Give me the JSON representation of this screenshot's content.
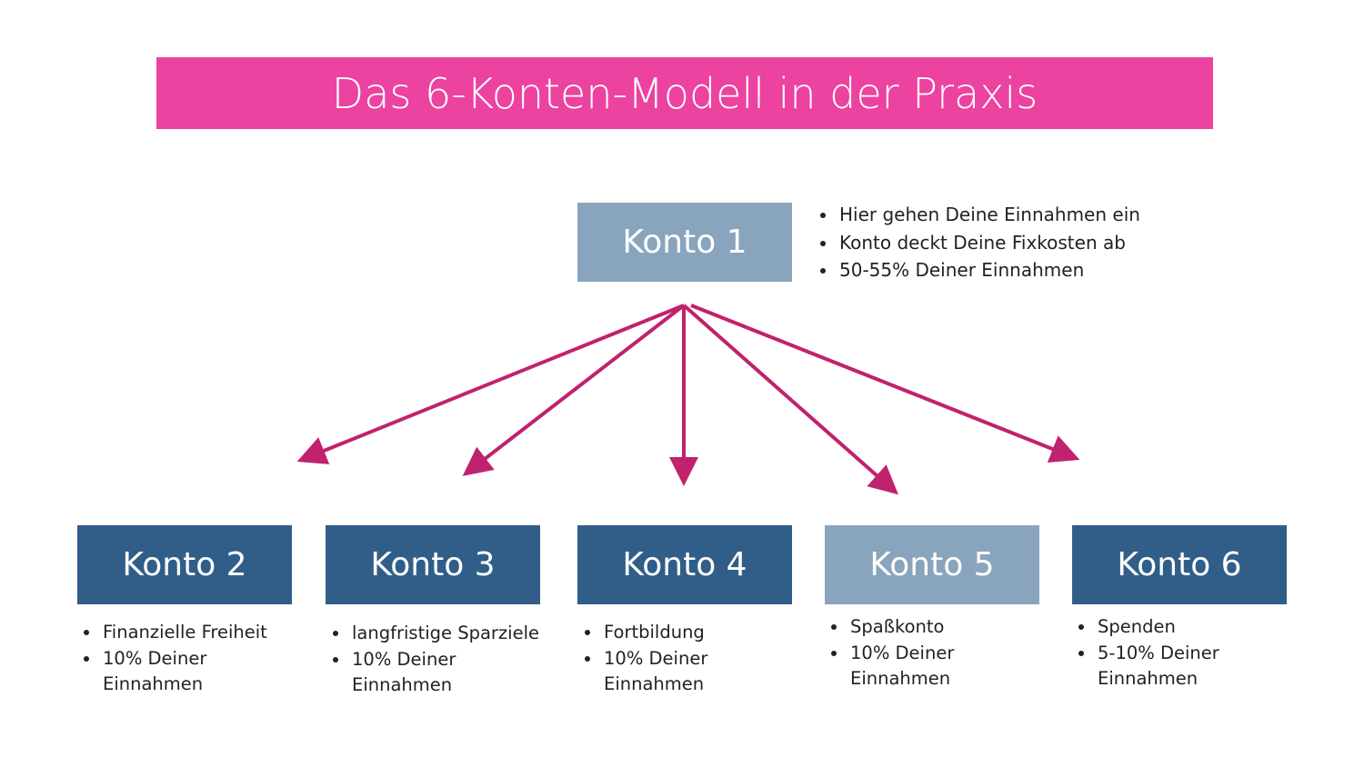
{
  "title": "Das 6-Konten-Modell in der Praxis",
  "colors": {
    "banner": "#EC42A0",
    "dark": "#305E89",
    "light": "#89A4BD",
    "arrow": "#C0226E"
  },
  "top": {
    "label": "Konto 1",
    "bullets": [
      "Hier gehen Deine Einnahmen ein",
      "Konto deckt Deine Fixkosten ab",
      "50-55% Deiner Einnahmen"
    ]
  },
  "accounts": [
    {
      "label": "Konto 2",
      "bullets": [
        "Finanzielle Freiheit",
        "10% Deiner Einnahmen"
      ]
    },
    {
      "label": "Konto 3",
      "bullets": [
        "langfristige Sparziele",
        "10% Deiner Einnahmen"
      ]
    },
    {
      "label": "Konto 4",
      "bullets": [
        "Fortbildung",
        "10% Deiner Einnahmen"
      ]
    },
    {
      "label": "Konto 5",
      "bullets": [
        "Spaßkonto",
        "10% Deiner Einnahmen"
      ]
    },
    {
      "label": "Konto 6",
      "bullets": [
        "Spenden",
        "5-10% Deiner Einnahmen"
      ]
    }
  ]
}
